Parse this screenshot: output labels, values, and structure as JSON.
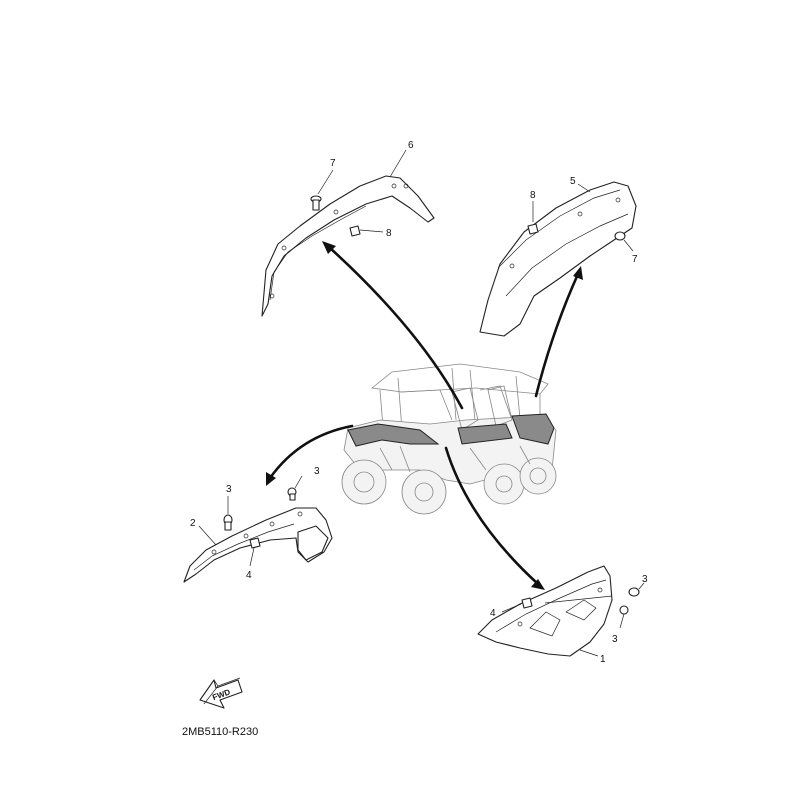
{
  "diagram": {
    "diagram_code": "2MB5110-R230",
    "fwd_label": "FWD",
    "callouts": {
      "part_7_top_left": "7",
      "part_6": "6",
      "part_8_top_left": "8",
      "part_8_top_right": "8",
      "part_5": "5",
      "part_7_top_right": "7",
      "part_3_left_a": "3",
      "part_3_left_b": "3",
      "part_2": "2",
      "part_4_left": "4",
      "part_3_right_a": "3",
      "part_4_right": "4",
      "part_3_right_b": "3",
      "part_1": "1"
    },
    "colors": {
      "line": "#222222",
      "ghost": "#888888",
      "dark_panel": "#8a8a8a",
      "background": "#ffffff"
    }
  }
}
